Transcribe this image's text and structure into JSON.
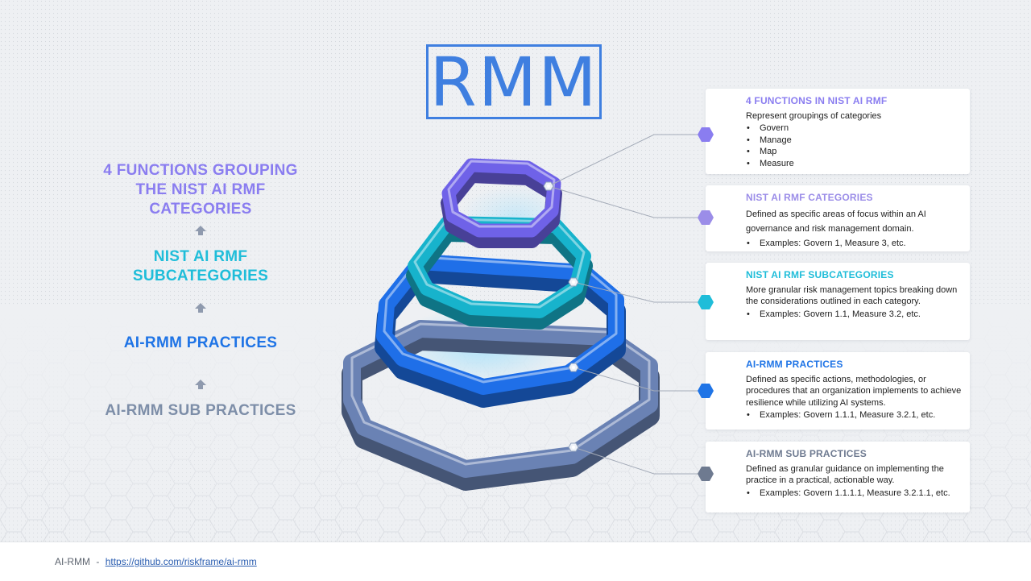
{
  "logo": {
    "text": "RMM"
  },
  "hierarchy": {
    "level1": "4 FUNCTIONS GROUPING THE NIST AI RMF CATEGORIES",
    "level2": "NIST AI RMF SUBCATEGORIES",
    "level3": "AI-RMM PRACTICES",
    "level4": "AI-RMM SUB PRACTICES"
  },
  "cards": [
    {
      "title": "4 FUNCTIONS  IN NIST AI RMF",
      "description": "Represent groupings of categories",
      "bullets": [
        "Govern",
        "Manage",
        "Map",
        "Measure"
      ],
      "color": "#8a7df0"
    },
    {
      "title": "NIST AI RMF CATEGORIES",
      "description": "Defined as specific areas of focus within an AI governance and risk management domain.",
      "bullets": [
        "Examples: Govern 1, Measure 3, etc."
      ],
      "color": "#9b8de8"
    },
    {
      "title": "NIST AI RMF SUBCATEGORIES",
      "description": "More granular risk management topics breaking down the considerations outlined in each category.",
      "bullets": [
        "Examples: Govern 1.1, Measure 3.2, etc."
      ],
      "color": "#1fbdd9"
    },
    {
      "title": "AI-RMM PRACTICES",
      "description": "Defined as specific actions, methodologies, or procedures that an organization implements to achieve resilience while utilizing AI systems.",
      "bullets": [
        "Examples: Govern 1.1.1, Measure 3.2.1, etc."
      ],
      "color": "#1f74e6"
    },
    {
      "title": "AI-RMM SUB PRACTICES",
      "description": "Defined as granular guidance on implementing the practice in a practical,  actionable way.",
      "bullets": [
        "Examples: Govern 1.1.1.1, Measure 3.2.1.1, etc."
      ],
      "color": "#6e7a90"
    }
  ],
  "rings": {
    "colors": [
      "#6f62e8",
      "#17b3cc",
      "#1f6fe8",
      "#6a82b4"
    ]
  },
  "footer": {
    "label": "AI-RMM",
    "separator": "-",
    "link": "https://github.com/riskframe/ai-rmm"
  }
}
